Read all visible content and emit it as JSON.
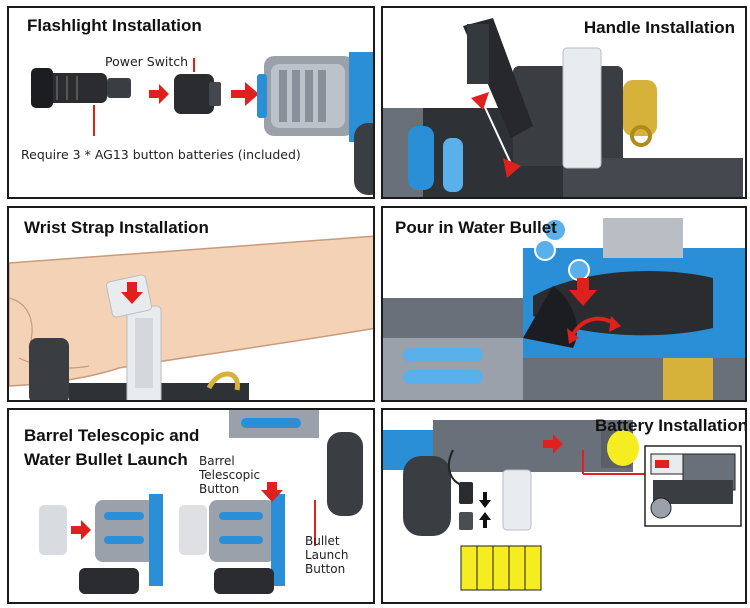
{
  "panels": {
    "flashlight": {
      "title": "Flashlight Installation",
      "power_switch_label": "Power Switch",
      "battery_note": "Require 3 * AG13 button batteries (included)"
    },
    "handle": {
      "title": "Handle Installation"
    },
    "wrist": {
      "title": "Wrist Strap Installation"
    },
    "water": {
      "title": "Pour in Water Bullet"
    },
    "barrel": {
      "title_line1": "Barrel Telescopic and",
      "title_line2": "Water Bullet Launch",
      "telescopic_label_1": "Barrel",
      "telescopic_label_2": "Telescopic",
      "telescopic_label_3": "Button",
      "bullet_label_1": "Bullet",
      "bullet_label_2": "Launch",
      "bullet_label_3": "Button"
    },
    "battery": {
      "title": "Battery Installation"
    }
  },
  "colors": {
    "arrow_red": "#e0201c",
    "toy_blue": "#2a8fd6",
    "toy_gray": "#8a9099",
    "toy_dark": "#3a3d42",
    "battery_yellow": "#f6ec22",
    "strap_white": "#e9ecef",
    "brass": "#d6b23a"
  }
}
